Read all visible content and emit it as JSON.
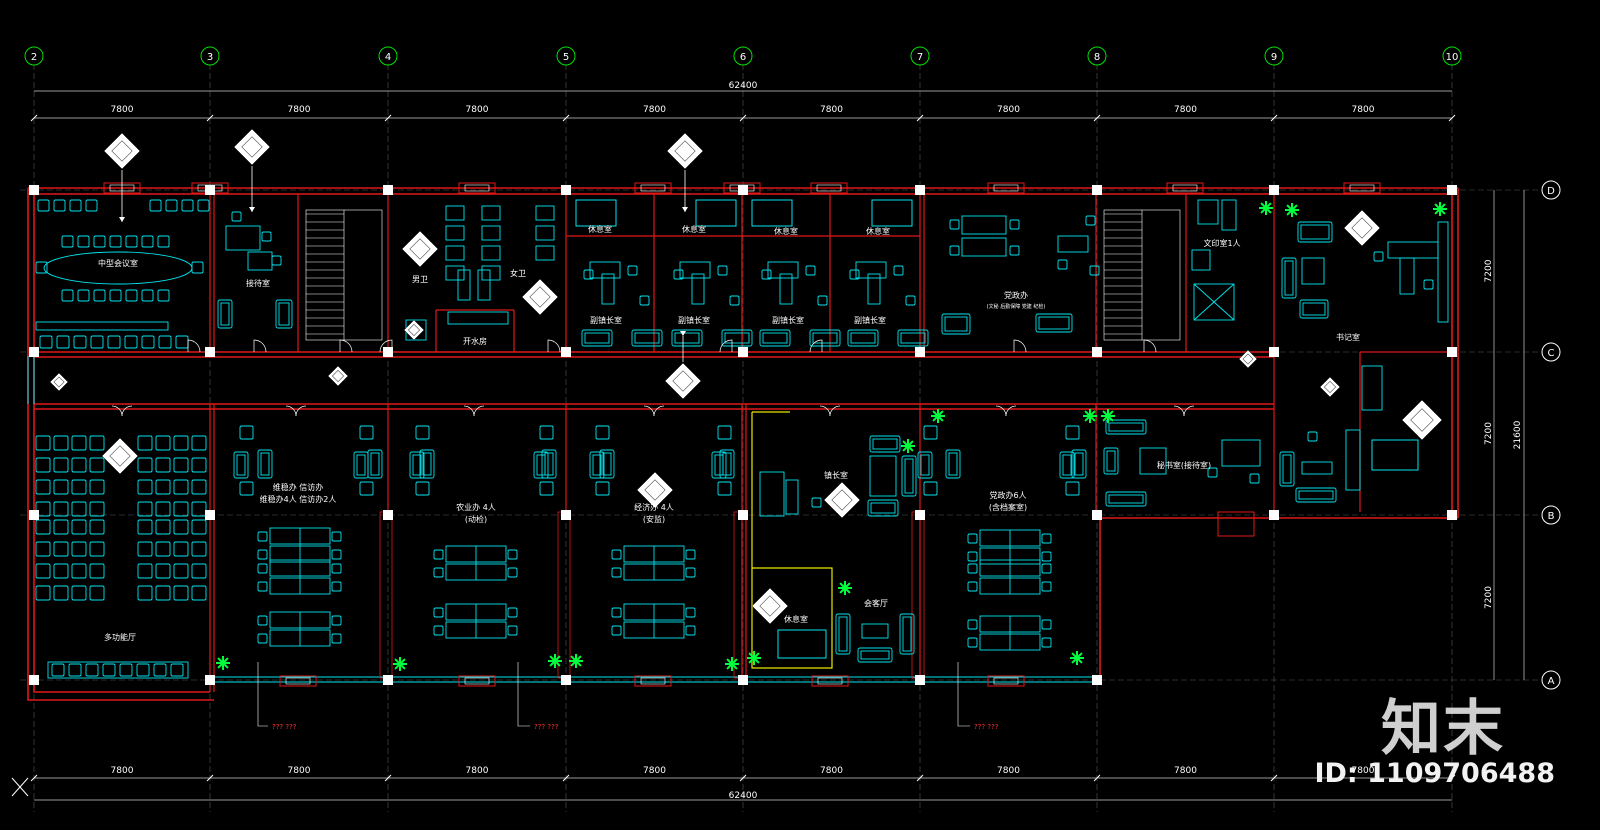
{
  "axes_top": [
    "2",
    "3",
    "4",
    "5",
    "6",
    "7",
    "8",
    "9",
    "10"
  ],
  "axes_right": [
    "D",
    "C",
    "B",
    "A"
  ],
  "dims": {
    "bay": "7800",
    "total": "62400",
    "rows": [
      "7200",
      "7200",
      "7200"
    ],
    "depth": "21600"
  },
  "rooms": {
    "meeting_mid": "中型会议室",
    "reception": "接待室",
    "male_wc": "男卫",
    "female_wc": "女卫",
    "water_room": "开水房",
    "rest1": "休息室",
    "rest2": "休息室",
    "rest3": "休息室",
    "rest4": "休息室",
    "vice1": "副镇长室",
    "vice2": "副镇长室",
    "vice3": "副镇长室",
    "vice4": "副镇长室",
    "party_office": "党政办",
    "party_office_sub": "(文秘  后勤保障  党建  纪检)",
    "print_room": "文印室1人",
    "secretary_office": "书记室",
    "multi_hall": "多功能厅",
    "maintain_a": "维稳办  信访办",
    "maintain_b": "维稳办4人  信访办2人",
    "agri_a": "农业办 4人",
    "agri_b": "(动检)",
    "econ_a": "经济办 4人",
    "econ_b": "(安监)",
    "mayor": "镇长室",
    "party6_a": "党政办6人",
    "party6_b": "(含档案室)",
    "sec_a": "秘书室(接待室)",
    "rest5": "休息室",
    "guest_hall": "会客厅"
  },
  "notes": [
    "??? ???",
    "??? ???",
    "??? ???"
  ],
  "watermark": {
    "logo": "知末",
    "id": "ID: 1109706488"
  },
  "colors": {
    "wall": "#e01818",
    "axis": "#00e000",
    "furniture": "#00e5ef",
    "column": "#ffffff",
    "plant": "#00ff3c",
    "yellow": "#e8e800"
  }
}
